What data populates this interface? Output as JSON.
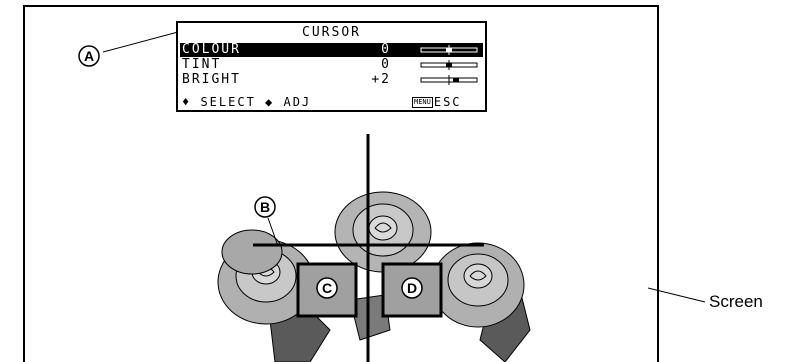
{
  "osd": {
    "title": "CURSOR",
    "rows": [
      {
        "label": "COLOUR",
        "value": "0",
        "level": 0
      },
      {
        "label": "TINT",
        "value": "0",
        "level": 0
      },
      {
        "label": "BRIGHT",
        "value": "+2",
        "level": 2
      }
    ],
    "footer": {
      "select": "♦ SELECT ◆ ADJ",
      "menu": "MENU",
      "esc": "ESC"
    }
  },
  "callouts": {
    "a": "A",
    "b": "B",
    "c": "C",
    "d": "D"
  },
  "screen_label": "Screen"
}
